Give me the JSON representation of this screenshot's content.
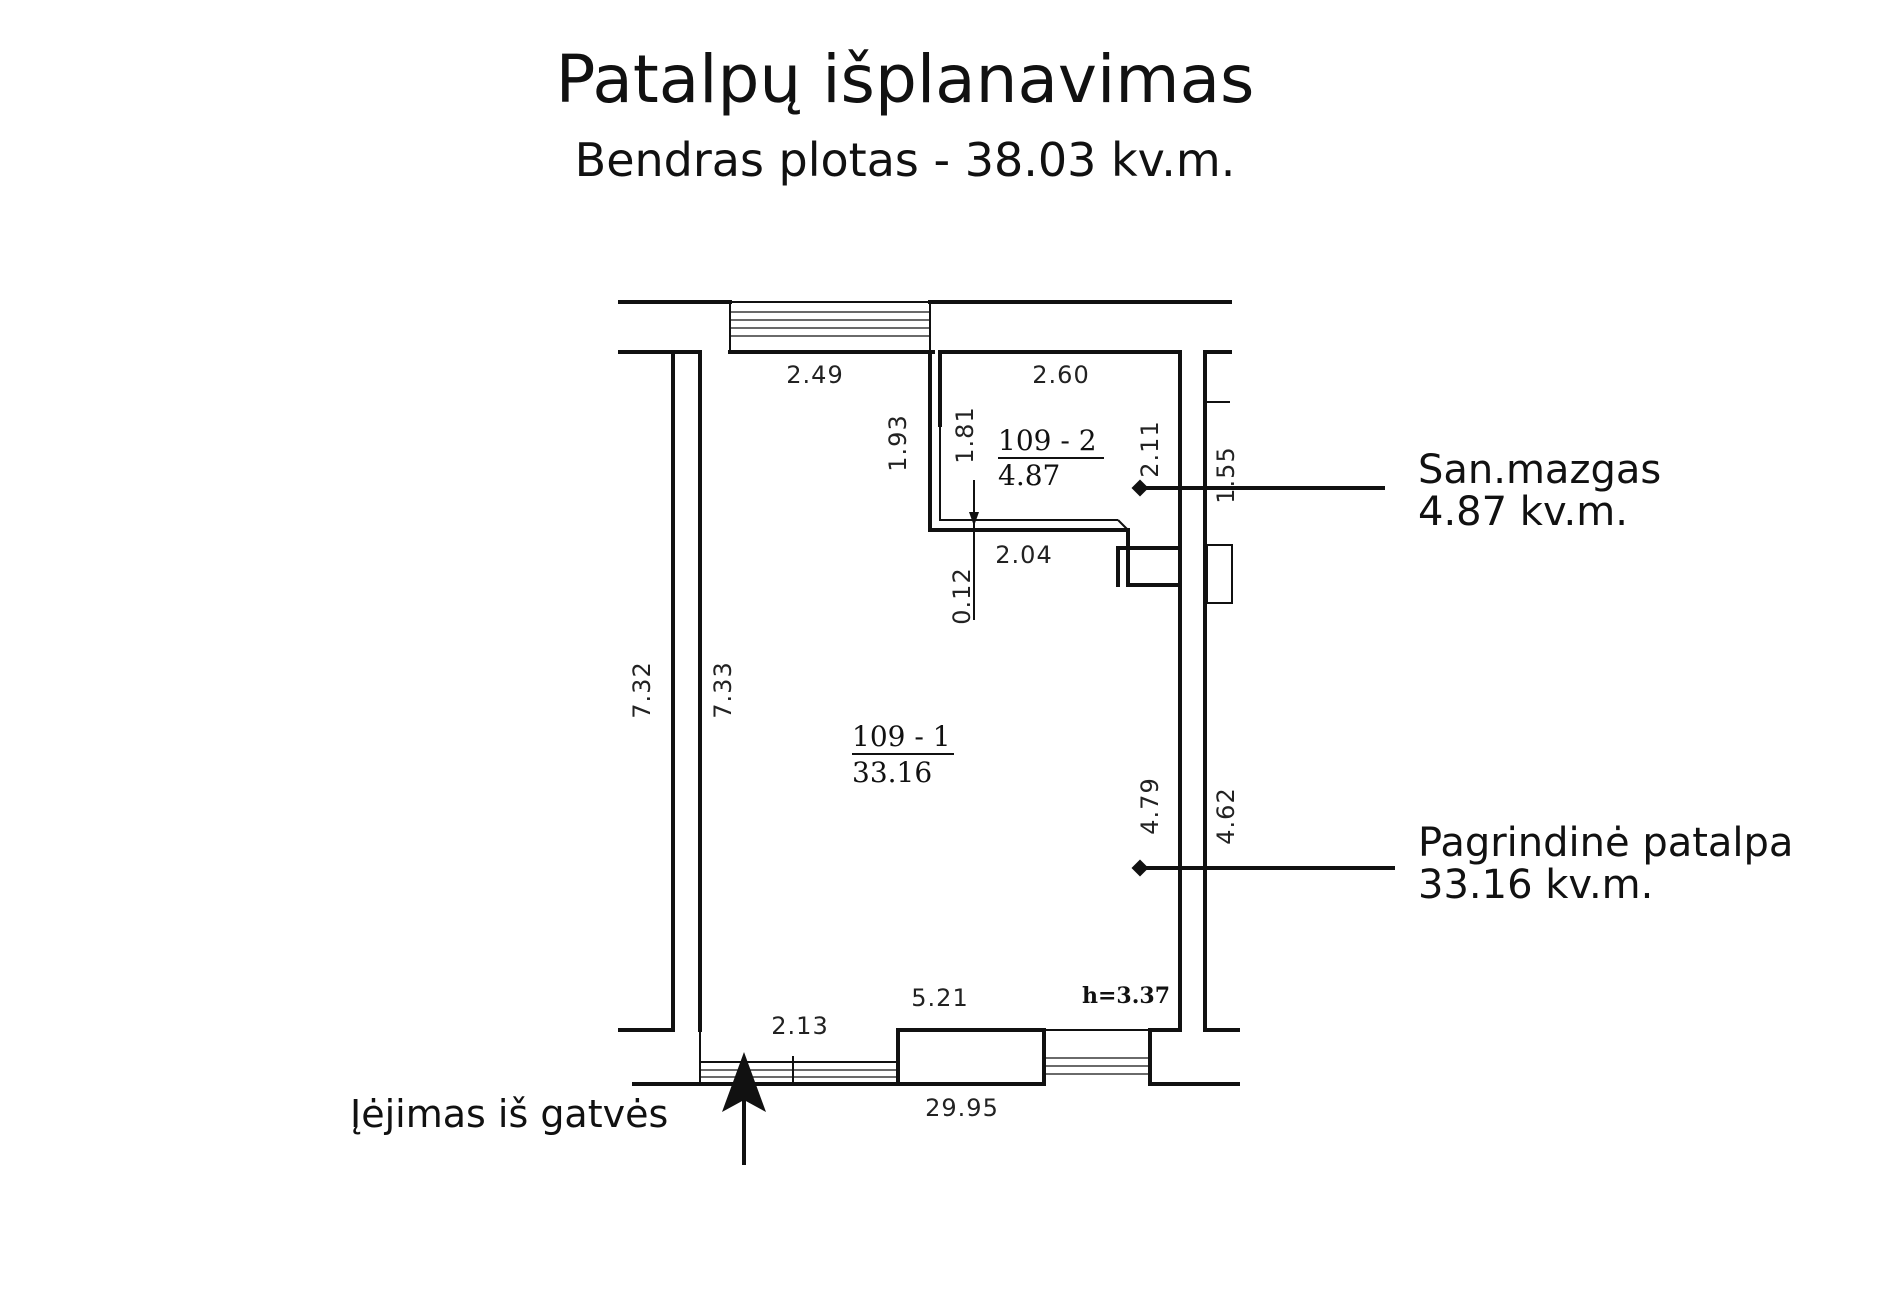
{
  "title": "Patalpų išplanavimas",
  "subtitle": "Bendras plotas - 38.03 kv.m.",
  "rooms": {
    "main": {
      "number": "109  - 1",
      "area": "33.16"
    },
    "bathroom": {
      "number": "109  - 2",
      "area": "4.87"
    }
  },
  "legend": {
    "bathroom": {
      "name": "San.mazgas",
      "area": "4.87 kv.m."
    },
    "main": {
      "name": "Pagrindinė patalpa",
      "area": "33.16 kv.m."
    }
  },
  "entrance_label": "Įėjimas iš gatvės",
  "ceiling_height": "h=3.37",
  "dimensions": {
    "top_left_width": "2.49",
    "top_right_width": "2.60",
    "partition_height": "1.93",
    "bathroom_inner_height": "1.81",
    "bathroom_right_height": "2.11",
    "right_outer_upper": "1.55",
    "partition_width": "2.04",
    "partition_thickness": "0.12",
    "left_outer_length": "7.32",
    "left_inner_length": "7.33",
    "right_inner_lower": "4.79",
    "right_outer_lower": "4.62",
    "bottom_inner_width": "5.21",
    "bottom_door_width": "2.13",
    "bottom_outer_width": "29.95"
  }
}
